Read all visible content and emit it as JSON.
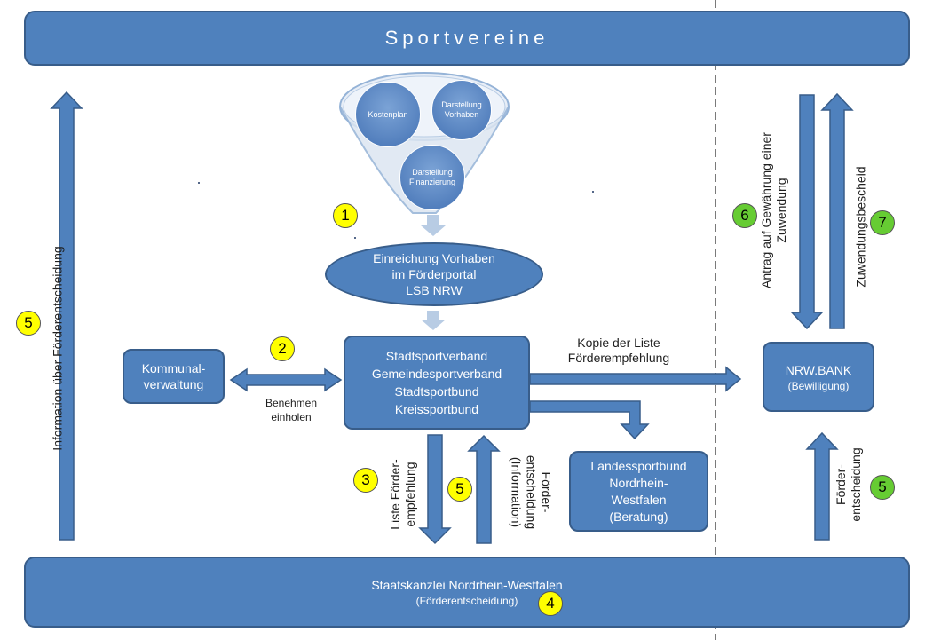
{
  "colors": {
    "box_fill": "#4f81bd",
    "box_border": "#385d8a",
    "arrow_fill": "#4f81bd",
    "funnel_arrow": "#b8cce4",
    "badge_yellow": "#ffff00",
    "badge_green": "#66cc33"
  },
  "top_bar": {
    "label": "Sportvereine"
  },
  "bottom_bar": {
    "title": "Staatskanzlei Nordrhein-Westfalen",
    "subtitle": "(Förderentscheidung)"
  },
  "funnel": {
    "circle1": "Kostenplan",
    "circle2_line1": "Darstellung",
    "circle2_line2": "Vorhaben",
    "circle3_line1": "Darstellung",
    "circle3_line2": "Finanzierung"
  },
  "portal": {
    "line1": "Einreichung Vorhaben",
    "line2": "im Förderportal",
    "line3": "LSB NRW"
  },
  "center": {
    "line1": "Stadtsportverband",
    "line2": "Gemeindesportverband",
    "line3": "Stadtsportbund",
    "line4": "Kreissportbund"
  },
  "kommunal": {
    "line1": "Kommunal-",
    "line2": "verwaltung"
  },
  "nrwbank": {
    "title": "NRW.BANK",
    "subtitle": "(Bewilligung)"
  },
  "lsb": {
    "line1": "Landessportbund",
    "line2": "Nordrhein-",
    "line3": "Westfalen",
    "line4": "(Beratung)"
  },
  "labels": {
    "benehmen_1": "Benehmen",
    "benehmen_2": "einholen",
    "kopie_1": "Kopie der Liste",
    "kopie_2": "Förderempfehlung",
    "liste_1": "Liste Förder-",
    "liste_2": "empfehlung",
    "entsch_info_1": "Förder-",
    "entsch_info_2": "entscheidung",
    "entsch_info_3": "(Information)",
    "info_left": "Information über Förderentscheidung",
    "antrag_1": "Antrag auf Gewährung einer",
    "antrag_2": "Zuwendung",
    "bescheid": "Zuwendungsbescheid",
    "foerder_right_1": "Förder-",
    "foerder_right_2": "entscheidung"
  },
  "badges": {
    "b1": "1",
    "b2": "2",
    "b3": "3",
    "b4": "4",
    "b5_left": "5",
    "b5_center": "5",
    "b5_right": "5",
    "b6": "6",
    "b7": "7"
  }
}
